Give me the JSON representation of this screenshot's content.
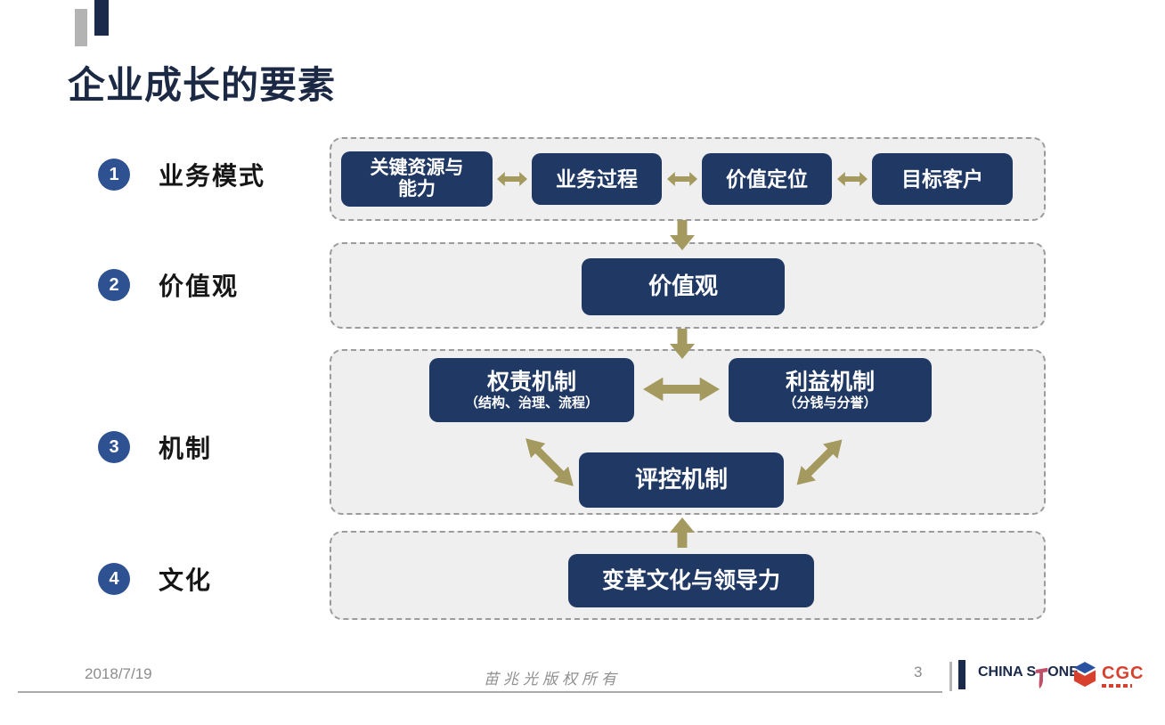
{
  "slide_title": "企业成长的要素",
  "legend": {
    "items": [
      {
        "num": "1",
        "label": "业务模式"
      },
      {
        "num": "2",
        "label": "价值观"
      },
      {
        "num": "3",
        "label": "机制"
      },
      {
        "num": "4",
        "label": "文化"
      }
    ]
  },
  "diagram": {
    "business_model_band": {
      "box1_line1": "关键资源与",
      "box1_line2": "能力",
      "box2": "业务过程",
      "box3": "价值定位",
      "box4": "目标客户"
    },
    "values_band": {
      "box": "价值观"
    },
    "mechanism_band": {
      "left_box_title": "权责机制",
      "left_box_subtitle": "（结构、治理、流程）",
      "right_box_title": "利益机制",
      "right_box_subtitle": "（分钱与分誉）",
      "bottom_box": "评控机制"
    },
    "culture_band": {
      "box": "变革文化与领导力"
    }
  },
  "footer": {
    "date": "2018/7/19",
    "copyright": "苗兆光版权所有",
    "page_number": "3",
    "china_stone_left": "CHINA S",
    "china_stone_right": "ONE",
    "cgc_label": "CGC"
  },
  "colors": {
    "box_navy": "#1f3864",
    "arrow_gold": "#a49a5f",
    "circle_blue": "#2e5191",
    "title_navy": "#1c2944",
    "band_bg": "#efeff0",
    "band_border": "#9b9b9b",
    "brand_navy": "#1b2a4a",
    "brand_red": "#d8402e",
    "brand_blue": "#2b52a0",
    "stone_red": "#c0506a",
    "footer_gray": "#8c8c8c"
  }
}
